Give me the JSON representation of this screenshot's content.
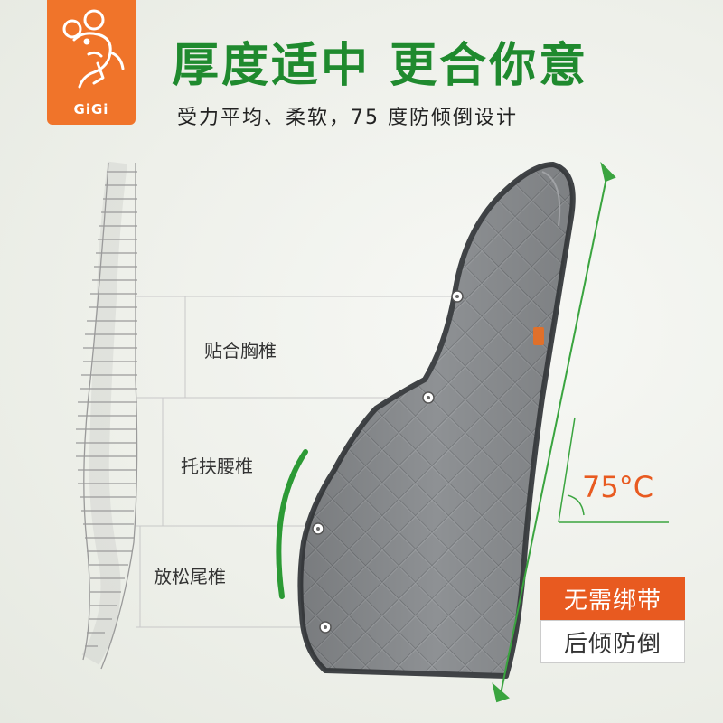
{
  "brand": {
    "logo_text": "GiGi",
    "accent": "#f0742a"
  },
  "headline": "厚度适中 更合你意",
  "subline": "受力平均、柔软，75 度防倾倒设计",
  "zones": [
    {
      "label": "贴合胸椎"
    },
    {
      "label": "托扶腰椎"
    },
    {
      "label": "放松尾椎"
    }
  ],
  "angle_label": "75°C",
  "badges": {
    "primary": "无需绑带",
    "secondary": "后倾防倒"
  },
  "colors": {
    "green": "#1f8a2e",
    "orange": "#e85a20",
    "cushion": "#8d9093"
  }
}
